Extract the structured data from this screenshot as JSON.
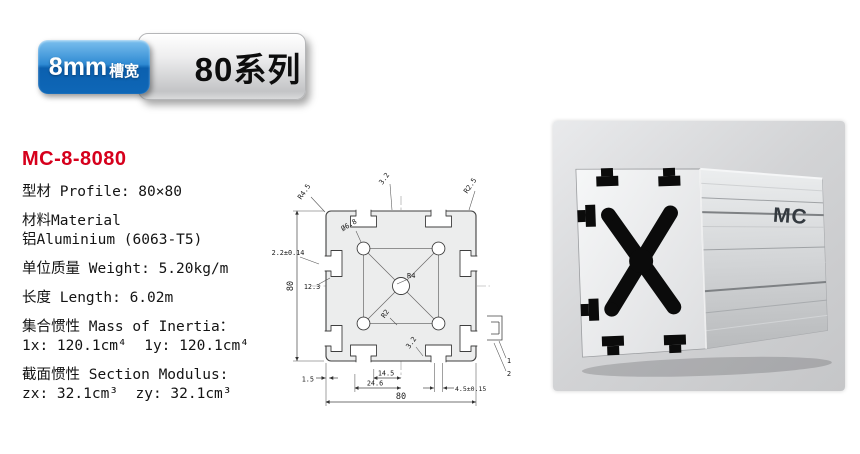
{
  "colors": {
    "accent_red": "#d6001c",
    "badge_blue": "#0e67b7"
  },
  "header": {
    "slot_width": "8mm",
    "slot_label": "槽宽",
    "series": "80系列"
  },
  "product": {
    "code": "MC-8-8080"
  },
  "specs": [
    [
      "型材 Profile: 80×80"
    ],
    [
      "材料Material",
      "铝Aluminium (6063-T5)"
    ],
    [
      "单位质量 Weight: 5.20kg/m"
    ],
    [
      "长度 Length: 6.02m"
    ],
    [
      "集合惯性 Mass of Inertia：",
      "1x: 120.1cm⁴  1y: 120.1cm⁴"
    ],
    [
      "截面惯性 Section Modulus:",
      "zx: 32.1cm³  zy: 32.1cm³"
    ]
  ],
  "drawing": {
    "labels": {
      "r4_5": "R4.5",
      "top3_2": "3.2",
      "r2_5": "R2.5",
      "dia": "Ø6.8",
      "tol_wall": "2.2±0.14",
      "height": "80",
      "slot_depth": "12.3",
      "r4": "R4",
      "r2": "R2",
      "bot3_2": "3.2",
      "d1_5": "1.5",
      "d14_5": "14.5",
      "d24_6": "24.6",
      "slot_tol": "4.5±0.15",
      "width": "80",
      "detail1": "1",
      "detail2": "2"
    }
  },
  "photo": {
    "brand": "MC"
  }
}
